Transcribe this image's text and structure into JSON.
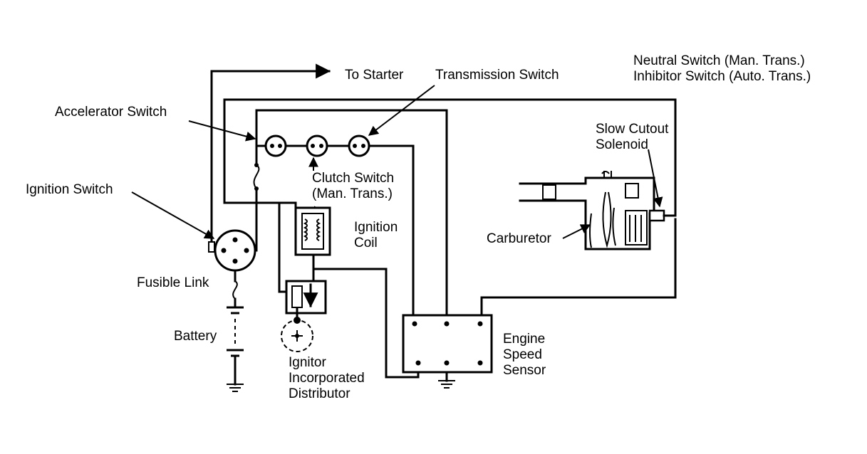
{
  "labels": {
    "to_starter": "To Starter",
    "transmission_switch": "Transmission Switch",
    "neutral_switch": "Neutral Switch (Man. Trans.)",
    "inhibitor_switch": "Inhibitor Switch (Auto. Trans.)",
    "accelerator_switch": "Accelerator Switch",
    "slow_cutout_line1": "Slow Cutout",
    "slow_cutout_line2": "Solenoid",
    "clutch_switch_line1": "Clutch Switch",
    "clutch_switch_line2": "(Man. Trans.)",
    "ignition_switch": "Ignition Switch",
    "ignition_coil_line1": "Ignition",
    "ignition_coil_line2": "Coil",
    "carburetor": "Carburetor",
    "fusible_link": "Fusible Link",
    "battery": "Battery",
    "ignitor_line1": "Ignitor",
    "ignitor_line2": "Incorporated",
    "ignitor_line3": "Distributor",
    "engine_speed_line1": "Engine",
    "engine_speed_line2": "Speed",
    "engine_speed_line3": "Sensor"
  }
}
